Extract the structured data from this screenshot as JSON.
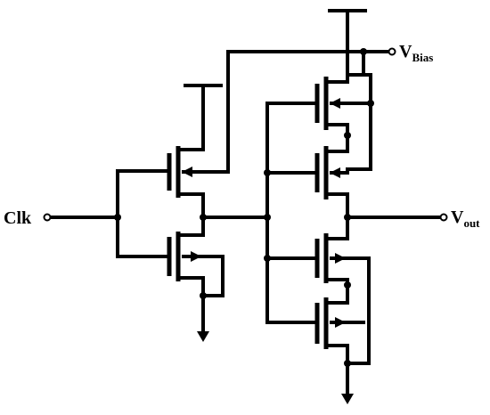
{
  "labels": {
    "clk": "Clk",
    "vbias_main": "V",
    "vbias_sub": "Bias",
    "vout_main": "V",
    "vout_sub": "out"
  },
  "colors": {
    "wire": "#000000",
    "background": "#ffffff"
  },
  "icons": {
    "terminal": "open-circle",
    "ground": "ground-arrow",
    "supply": "supply-bar",
    "junction": "filled-dot"
  }
}
